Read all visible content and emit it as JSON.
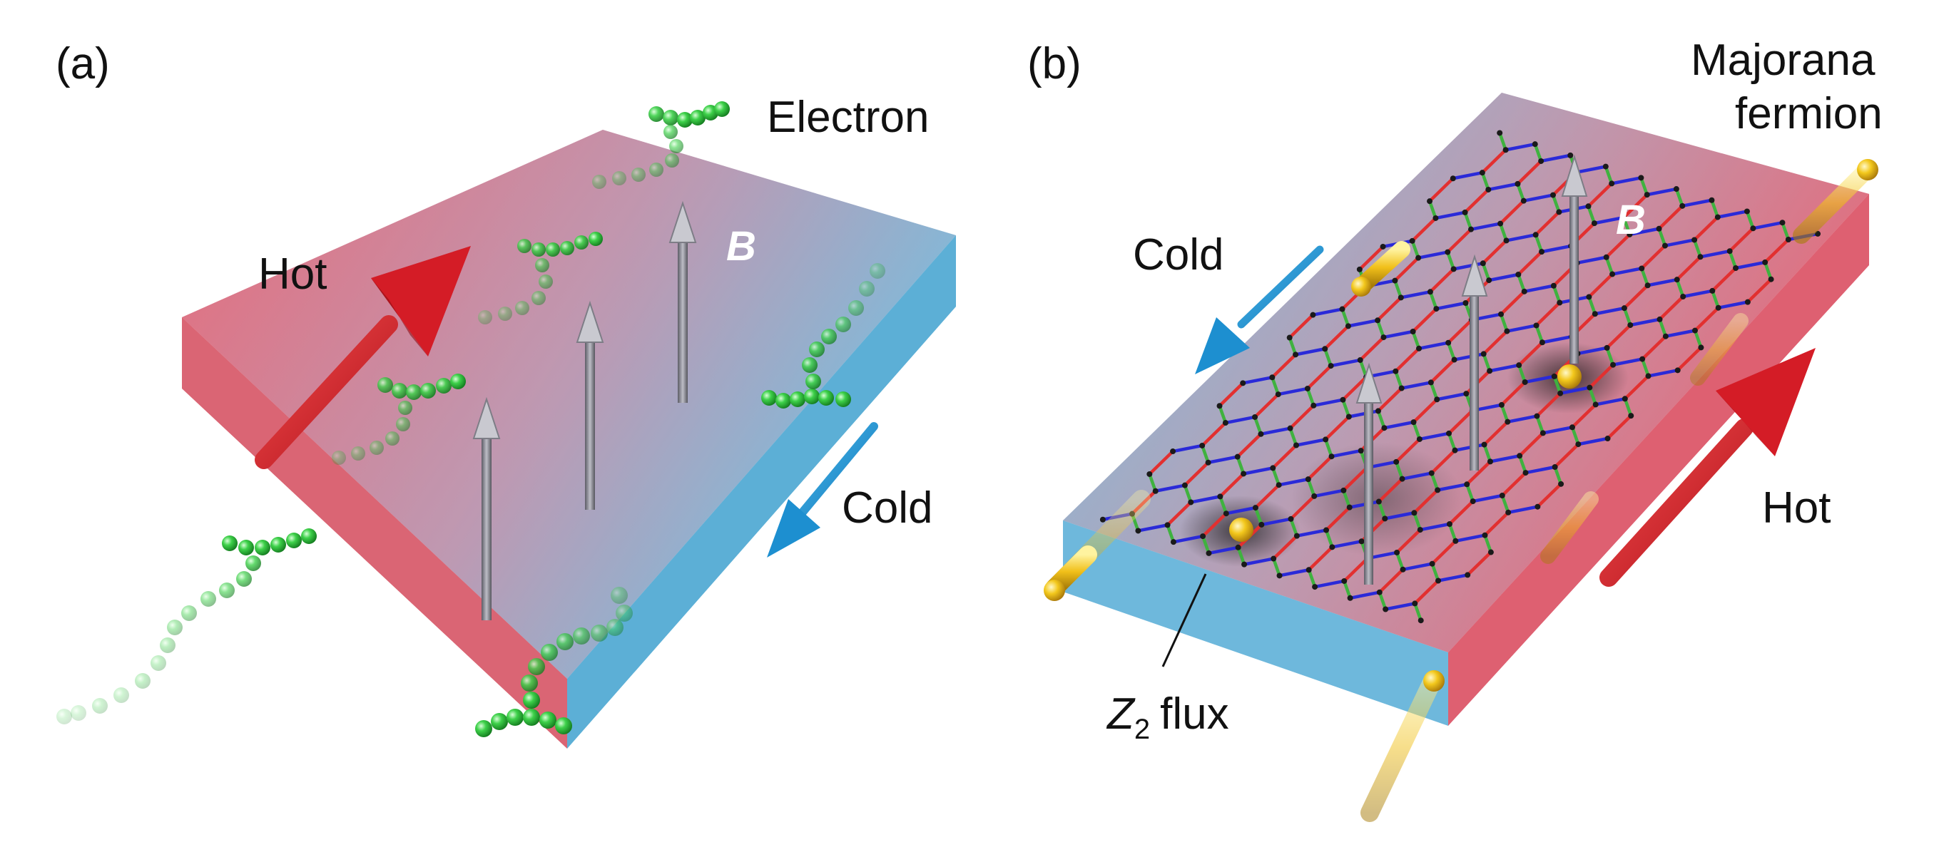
{
  "panel_a": {
    "label": "(a)",
    "electron_label": "Electron",
    "field_label": "B",
    "hot_label": "Hot",
    "cold_label": "Cold"
  },
  "panel_b": {
    "label": "(b)",
    "majorana_label_line1": "Majorana",
    "majorana_label_line2": "fermion",
    "field_label": "B",
    "hot_label": "Hot",
    "cold_label": "Cold",
    "flux_symbol": "Z",
    "flux_subscript": "2",
    "flux_word": "flux"
  },
  "colors": {
    "hot": "#e8303a",
    "cold": "#2f9fe0",
    "slab_hot": "#e86a78",
    "slab_cold": "#6cb8d8",
    "electron": "#2fbf3a",
    "majorana": "#f2c21a",
    "bond_x": "#e23030",
    "bond_y": "#2a2ad8",
    "bond_z": "#3fb23f",
    "field_arrow": "#9a9aa2"
  }
}
